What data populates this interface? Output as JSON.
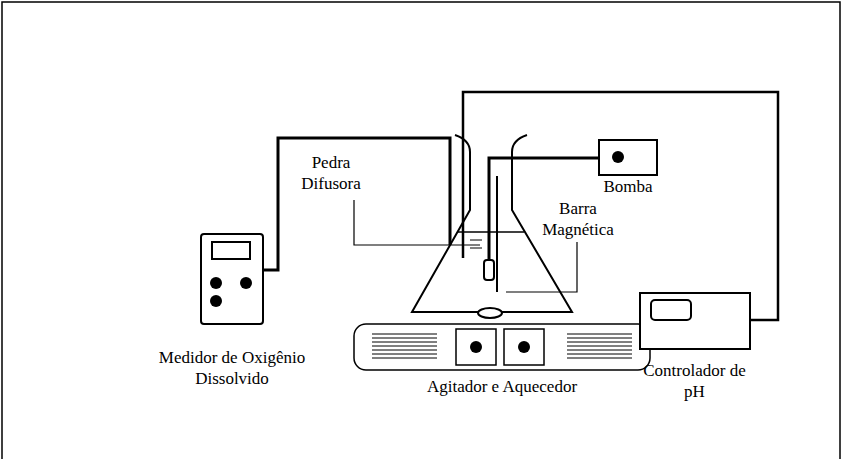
{
  "diagram": {
    "nodes": [
      {
        "text": [
          "Medidor de Oxigênio Dissolvido"
        ]
      },
      {
        "text": [
          "Agitador e Aquecedor"
        ]
      },
      {
        "text": [
          "Bomba"
        ]
      },
      {
        "text": [
          "Controlador de pH"
        ]
      }
    ],
    "labels": [
      "Pedra Difusora",
      "Barra Magnética"
    ]
  }
}
